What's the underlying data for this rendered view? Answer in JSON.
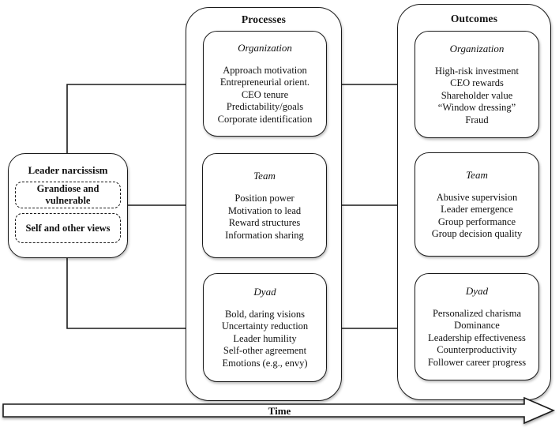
{
  "colors": {
    "ink": "#1a1a1a",
    "paper": "#ffffff"
  },
  "leader": {
    "title": "Leader narcissism",
    "facets": [
      "Grandiose and vulnerable",
      "Self and other views"
    ]
  },
  "processes": {
    "header": "Processes",
    "groups": [
      {
        "title": "Organization",
        "items": [
          "Approach motivation",
          "Entrepreneurial orient.",
          "CEO tenure",
          "Predictability/goals",
          "Corporate identification"
        ]
      },
      {
        "title": "Team",
        "items": [
          "Position power",
          "Motivation to lead",
          "Reward structures",
          "Information sharing"
        ]
      },
      {
        "title": "Dyad",
        "items": [
          "Bold, daring visions",
          "Uncertainty reduction",
          "Leader humility",
          "Self-other agreement",
          "Emotions (e.g., envy)"
        ]
      }
    ]
  },
  "outcomes": {
    "header": "Outcomes",
    "groups": [
      {
        "title": "Organization",
        "items": [
          "High-risk investment",
          "CEO rewards",
          "Shareholder value",
          "“Window dressing”",
          "Fraud"
        ]
      },
      {
        "title": "Team",
        "items": [
          "Abusive supervision",
          "Leader emergence",
          "Group performance",
          "Group decision quality"
        ]
      },
      {
        "title": "Dyad",
        "items": [
          "Personalized charisma",
          "Dominance",
          "Leadership effectiveness",
          "Counterproductivity",
          "Follower career progress"
        ]
      }
    ]
  },
  "time_arrow": {
    "label": "Time"
  }
}
